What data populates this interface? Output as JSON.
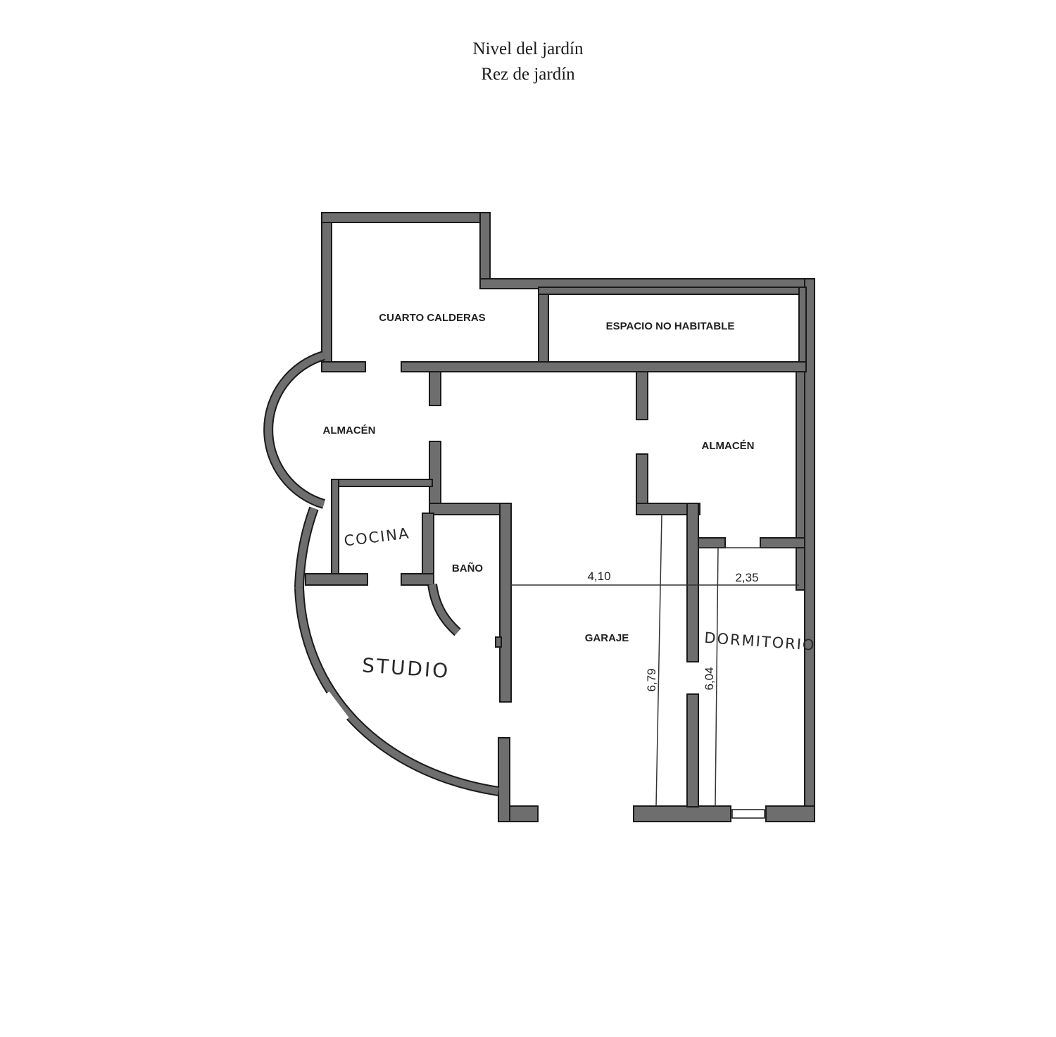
{
  "title": {
    "line1": "Nivel del jardín",
    "line2": "Rez de jardín"
  },
  "rooms": {
    "cuarto_calderas": "CUARTO CALDERAS",
    "espacio_no_habitable": "ESPACIO NO HABITABLE",
    "almacen_left": "ALMACÉN",
    "almacen_right": "ALMACÉN",
    "cocina": "COCINA",
    "bano": "BAÑO",
    "garaje": "GARAJE",
    "dormitorio": "DORMITORIO",
    "studio": "STUDIO"
  },
  "dimensions": {
    "garage_width": "4,10",
    "dorm_width": "2,35",
    "garage_length": "6,79",
    "dorm_length": "6,04"
  }
}
